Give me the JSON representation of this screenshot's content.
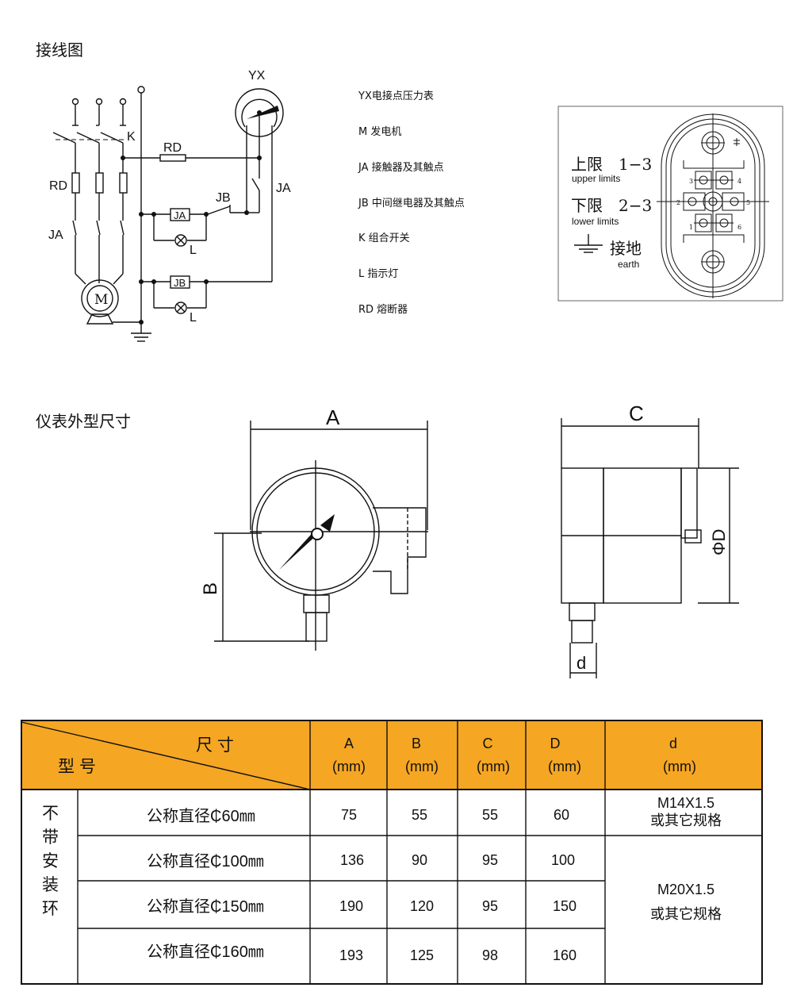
{
  "wiring": {
    "title": "接线图",
    "labels": {
      "yx": "YX",
      "k": "K",
      "rd_top": "RD",
      "rd_left": "RD",
      "ja_left": "JA",
      "ja_right": "JA",
      "jb": "JB",
      "ja_box": "JA",
      "jb_box": "JB",
      "l1": "L",
      "l2": "L",
      "motor": "M"
    },
    "legend": [
      "YX电接点压力表",
      "M 发电机",
      "JA 接触器及其触点",
      "JB 中间继电器及其触点",
      "K 组合开关",
      "L 指示灯",
      "RD 熔断器"
    ]
  },
  "connector": {
    "upper_cn": "上限",
    "upper_val": "1−3",
    "upper_en": "upper limits",
    "lower_cn": "下限",
    "lower_val": "2−3",
    "lower_en": "lower limits",
    "earth_cn": "接地",
    "earth_en": "earth",
    "pins": [
      "1",
      "2",
      "3",
      "4",
      "5",
      "6"
    ]
  },
  "dimensions": {
    "title": "仪表外型尺寸",
    "labels": {
      "a": "A",
      "b": "B",
      "c": "C",
      "d_big": "ΦD",
      "d_small": "d"
    }
  },
  "table": {
    "header_color": "#f5a623",
    "corner_top": "尺 寸",
    "corner_bottom": "型 号",
    "columns": [
      {
        "name": "A",
        "unit": "(mm)"
      },
      {
        "name": "B",
        "unit": "(mm)"
      },
      {
        "name": "C",
        "unit": "(mm)"
      },
      {
        "name": "D",
        "unit": "(mm)"
      },
      {
        "name": "d",
        "unit": "(mm)"
      }
    ],
    "group_label": [
      "不",
      "带",
      "安",
      "装",
      "环"
    ],
    "rows": [
      {
        "model": "公称直径₵60㎜",
        "a": "75",
        "b": "55",
        "c": "55",
        "d": "60"
      },
      {
        "model": "公称直径₵100㎜",
        "a": "136",
        "b": "90",
        "c": "95",
        "d": "100"
      },
      {
        "model": "公称直径₵150㎜",
        "a": "190",
        "b": "120",
        "c": "95",
        "d": "150"
      },
      {
        "model": "公称直径₵160㎜",
        "a": "193",
        "b": "125",
        "c": "98",
        "d": "160"
      }
    ],
    "thread1": {
      "spec": "M14X1.5",
      "note": "或其它规格"
    },
    "thread2": {
      "spec": "M20X1.5",
      "note": "或其它规格"
    }
  }
}
